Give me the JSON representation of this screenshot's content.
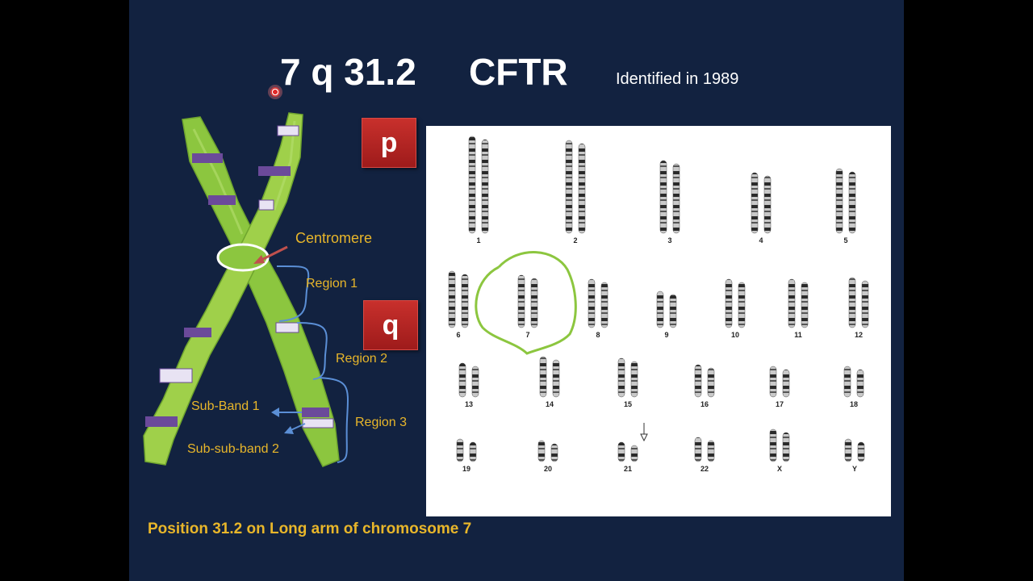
{
  "slide": {
    "title_locus": "7 q 31.2",
    "title_gene": "CFTR",
    "subtitle": "Identified in 1989",
    "footer": "Position 31.2 on Long arm of chromosome 7"
  },
  "diagram": {
    "arm_p": "p",
    "arm_q": "q",
    "centromere_label": "Centromere",
    "region_labels": [
      "Region 1",
      "Region 2",
      "Region 3"
    ],
    "subband_label": "Sub-Band 1",
    "subsubband_label": "Sub-sub-band 2"
  },
  "karyotype": {
    "labels": [
      "1",
      "2",
      "3",
      "4",
      "5",
      "6",
      "7",
      "8",
      "9",
      "10",
      "11",
      "12",
      "13",
      "14",
      "15",
      "16",
      "17",
      "18",
      "19",
      "20",
      "21",
      "22",
      "X",
      "Y"
    ],
    "highlighted": "7"
  },
  "colors": {
    "background": "#122240",
    "chromosome": "#8cc63f",
    "band_purple": "#6b4a9a",
    "label_text": "#e8b62a",
    "bracket": "#5b8fd6",
    "highlight_circle": "#8cc63f"
  }
}
